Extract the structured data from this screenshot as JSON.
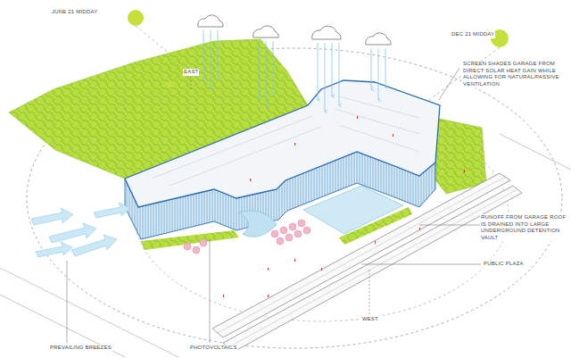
{
  "diagram": {
    "labels": [
      "JUNE 21 MIDDAY",
      "DEC 21 MIDDAY",
      "EAST",
      "SCREEN SHADES GARAGE FROM DIRECT SOLAR HEAT GAIN WHILE ALLOWING FOR NATURAL/PASSIVE VENTILATION",
      "RUNOFF FROM GARAGE ROOF IS DRAINED INTO LARGE UNDERGROUND DETENTION VAULT",
      "PUBLIC PLAZA",
      "WEST",
      "PREVAILING BREEZES",
      "PHOTOVOLTAICS"
    ]
  }
}
